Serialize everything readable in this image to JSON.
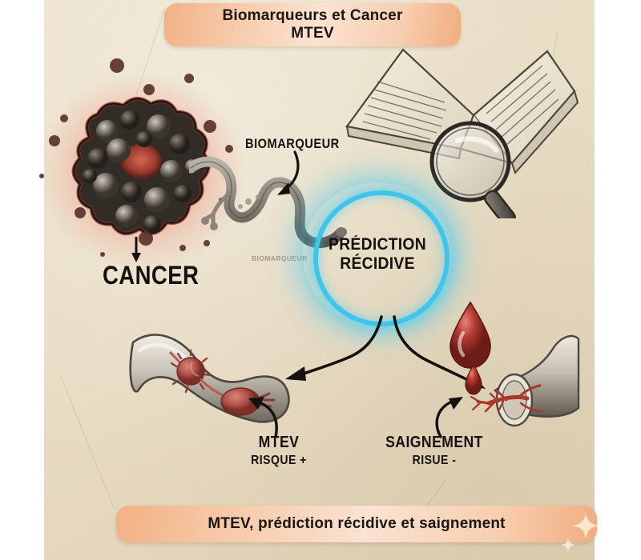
{
  "banners": {
    "top": {
      "line1": "Biomarqueurs et Cancer",
      "line2": "MTEV"
    },
    "bottom": {
      "text": "MTEV, prédiction récidive et saignement"
    }
  },
  "diagram": {
    "title_circle": {
      "line1": "PRÉDICTION",
      "line2": "RÉCIDIVE"
    },
    "labels": {
      "cancer": "CANCER",
      "biomarqueur": "BIOMARQUEUR",
      "biomarqueur_small": "BIOMARQUEUR",
      "mtev_title": "MTEV",
      "mtev_sub": "RISQUE +",
      "saignement_title": "SAIGNEMENT",
      "saignement_sub": "RISUE -"
    },
    "illustrations": [
      {
        "name": "tumor-cluster",
        "description": "Amas tumoral sombre avec halo rouge"
      },
      {
        "name": "biomarker-strand",
        "description": "Brin de biomarqueur ondulé"
      },
      {
        "name": "open-book-magnifier",
        "description": "Livre ouvert et loupe"
      },
      {
        "name": "thrombosed-vessel",
        "description": "Vaisseau avec thrombus (MTEV)"
      },
      {
        "name": "blood-drop-vessel",
        "description": "Goutte de sang et vaisseau sectionné (saignement)"
      }
    ],
    "arrows": [
      {
        "name": "arrow-to-cancer",
        "from": "tumor",
        "to": "cancer-label"
      },
      {
        "name": "arrow-to-biomarker",
        "from": "biomarqueur-label",
        "to": "biomarker-strand"
      },
      {
        "name": "arrow-prediction-to-mtev",
        "from": "prediction-circle",
        "to": "mtev"
      },
      {
        "name": "arrow-prediction-to-saignement",
        "from": "prediction-circle",
        "to": "saignement"
      },
      {
        "name": "arrow-to-thrombus",
        "from": "mtev-label",
        "to": "thrombus"
      },
      {
        "name": "arrow-to-bleeding",
        "from": "saignement-label",
        "to": "bleeding-vessel"
      }
    ]
  },
  "colors": {
    "paper": "#e9dec6",
    "banner_accent": "#f2b184",
    "glow_cyan": "#3fc5ec",
    "tumor_red": "#e05a4c",
    "ink": "#15110e"
  }
}
